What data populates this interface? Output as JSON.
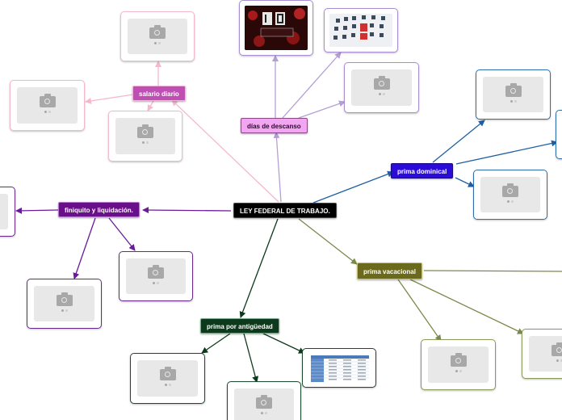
{
  "central": {
    "label": "LEY FEDERAL DE TRABAJO.",
    "bg": "#000000",
    "fg": "#ffffff"
  },
  "branches": [
    {
      "id": "salario",
      "label": "salario diario",
      "bg": "#c04fb3",
      "fg": "#ffffff",
      "line": "#f5b8cf",
      "border": "#f2b8cf"
    },
    {
      "id": "descanso",
      "label": "días de descanso",
      "bg": "#f2a6f2",
      "fg": "#222222",
      "line": "#b59ed6",
      "border": "#a98fd1"
    },
    {
      "id": "dominical",
      "label": "prima dominical",
      "bg": "#2a0bd9",
      "fg": "#ffffff",
      "line": "#1f5fa3",
      "border": "#2f6eb0"
    },
    {
      "id": "finiquito",
      "label": "finiquito y liquidación.",
      "bg": "#6a0f8a",
      "fg": "#ffffff",
      "line": "#6a1b9a",
      "border": "#6a2a8c"
    },
    {
      "id": "vacacional",
      "label": "prima vacacional",
      "bg": "#6b6a1c",
      "fg": "#ffffff",
      "line": "#7a8a4a",
      "border": "#8a9a5a"
    },
    {
      "id": "antiguedad",
      "label": "prima por antigüedad",
      "bg": "#0d3a1c",
      "fg": "#ffffff",
      "line": "#0d3a1c",
      "border": "#1d4a2c"
    }
  ],
  "icons": {
    "placeholder": "camera-icon"
  }
}
